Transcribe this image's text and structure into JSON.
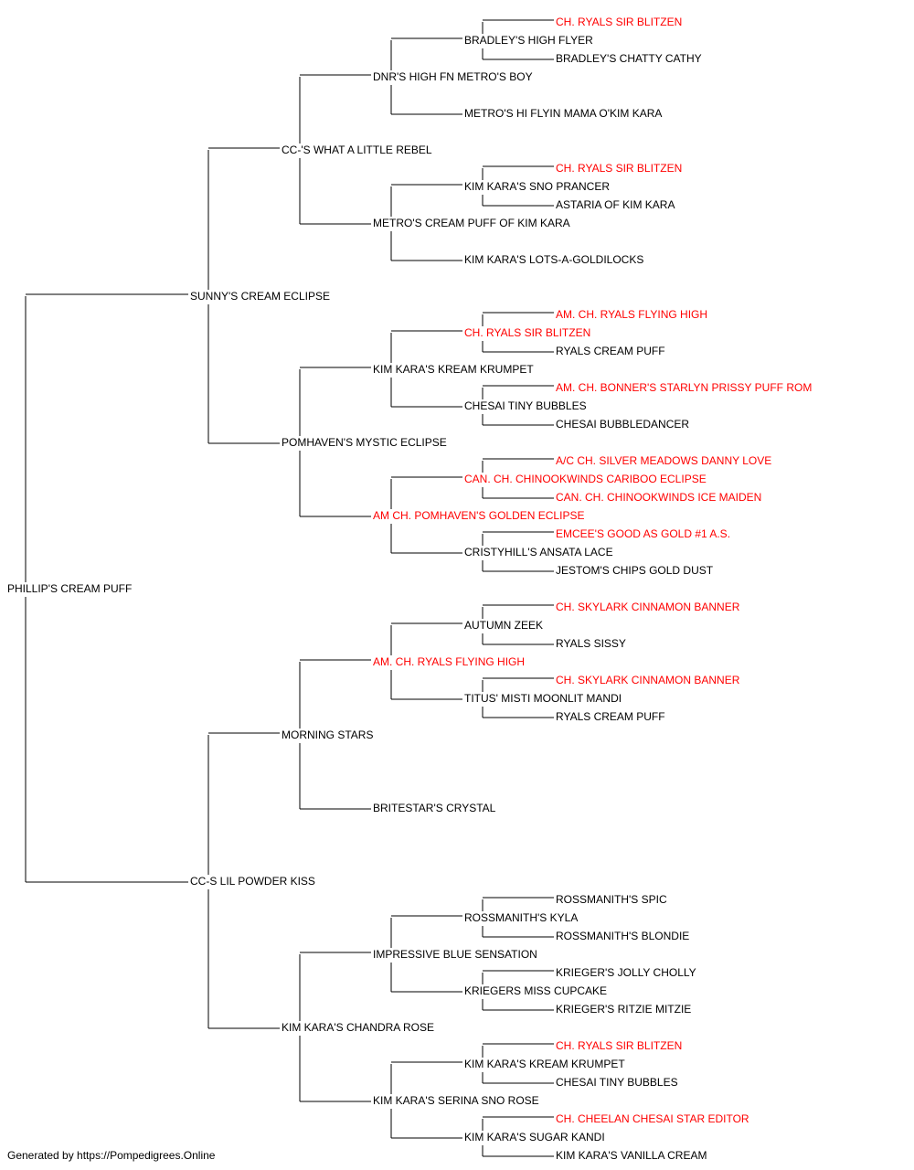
{
  "colors": {
    "champion": "#ff0000",
    "normal": "#000000",
    "line": "#000000"
  },
  "footer": "Generated by https://Pompedigrees.Online",
  "tree": {
    "name": "PHILLIP'S CREAM PUFF",
    "parents": [
      {
        "name": "SUNNY'S CREAM ECLIPSE",
        "parents": [
          {
            "name": "CC-'S WHAT A LITTLE REBEL",
            "parents": [
              {
                "name": "DNR'S HIGH FN METRO'S BOY",
                "parents": [
                  {
                    "name": "BRADLEY'S HIGH FLYER",
                    "parents": [
                      {
                        "name": "CH. RYALS SIR BLITZEN",
                        "champion": true
                      },
                      {
                        "name": "BRADLEY'S CHATTY CATHY"
                      }
                    ]
                  },
                  {
                    "name": "METRO'S HI FLYIN MAMA O'KIM KARA"
                  }
                ]
              },
              {
                "name": "METRO'S CREAM PUFF OF KIM KARA",
                "parents": [
                  {
                    "name": "KIM KARA'S SNO PRANCER",
                    "parents": [
                      {
                        "name": "CH. RYALS SIR BLITZEN",
                        "champion": true
                      },
                      {
                        "name": "ASTARIA OF KIM KARA"
                      }
                    ]
                  },
                  {
                    "name": "KIM KARA'S LOTS-A-GOLDILOCKS"
                  }
                ]
              }
            ]
          },
          {
            "name": "POMHAVEN'S MYSTIC ECLIPSE",
            "parents": [
              {
                "name": "KIM KARA'S KREAM KRUMPET",
                "parents": [
                  {
                    "name": "CH. RYALS SIR BLITZEN",
                    "champion": true,
                    "parents": [
                      {
                        "name": "AM. CH. RYALS FLYING HIGH",
                        "champion": true
                      },
                      {
                        "name": "RYALS CREAM PUFF"
                      }
                    ]
                  },
                  {
                    "name": "CHESAI TINY BUBBLES",
                    "parents": [
                      {
                        "name": "AM. CH. BONNER'S STARLYN PRISSY PUFF ROM",
                        "champion": true
                      },
                      {
                        "name": "CHESAI BUBBLEDANCER"
                      }
                    ]
                  }
                ]
              },
              {
                "name": "AM CH. POMHAVEN'S GOLDEN ECLIPSE",
                "champion": true,
                "parents": [
                  {
                    "name": "CAN. CH. CHINOOKWINDS CARIBOO ECLIPSE",
                    "champion": true,
                    "parents": [
                      {
                        "name": "A/C CH. SILVER MEADOWS DANNY LOVE",
                        "champion": true
                      },
                      {
                        "name": "CAN. CH. CHINOOKWINDS ICE MAIDEN",
                        "champion": true
                      }
                    ]
                  },
                  {
                    "name": "CRISTYHILL'S ANSATA LACE",
                    "parents": [
                      {
                        "name": "EMCEE'S GOOD AS GOLD #1 A.S.",
                        "champion": true
                      },
                      {
                        "name": "JESTOM'S CHIPS GOLD DUST"
                      }
                    ]
                  }
                ]
              }
            ]
          }
        ]
      },
      {
        "name": "CC-S LIL POWDER KISS",
        "parents": [
          {
            "name": "MORNING STARS",
            "parents": [
              {
                "name": "AM. CH. RYALS FLYING HIGH",
                "champion": true,
                "parents": [
                  {
                    "name": "AUTUMN ZEEK",
                    "parents": [
                      {
                        "name": "CH. SKYLARK CINNAMON BANNER",
                        "champion": true
                      },
                      {
                        "name": "RYALS SISSY"
                      }
                    ]
                  },
                  {
                    "name": "TITUS' MISTI MOONLIT MANDI",
                    "parents": [
                      {
                        "name": "CH. SKYLARK CINNAMON BANNER",
                        "champion": true
                      },
                      {
                        "name": "RYALS CREAM PUFF"
                      }
                    ]
                  }
                ]
              },
              {
                "name": "BRITESTAR'S CRYSTAL"
              }
            ]
          },
          {
            "name": "KIM KARA'S CHANDRA ROSE",
            "parents": [
              {
                "name": "IMPRESSIVE BLUE SENSATION",
                "parents": [
                  {
                    "name": "ROSSMANITH'S KYLA",
                    "parents": [
                      {
                        "name": "ROSSMANITH'S SPIC"
                      },
                      {
                        "name": "ROSSMANITH'S BLONDIE"
                      }
                    ]
                  },
                  {
                    "name": "KRIEGERS MISS CUPCAKE",
                    "parents": [
                      {
                        "name": "KRIEGER'S JOLLY CHOLLY"
                      },
                      {
                        "name": "KRIEGER'S RITZIE MITZIE"
                      }
                    ]
                  }
                ]
              },
              {
                "name": "KIM KARA'S SERINA SNO ROSE",
                "parents": [
                  {
                    "name": "KIM KARA'S KREAM KRUMPET",
                    "parents": [
                      {
                        "name": "CH. RYALS SIR BLITZEN",
                        "champion": true
                      },
                      {
                        "name": "CHESAI TINY BUBBLES"
                      }
                    ]
                  },
                  {
                    "name": "KIM KARA'S SUGAR KANDI",
                    "parents": [
                      {
                        "name": "CH. CHEELAN CHESAI STAR EDITOR",
                        "champion": true
                      },
                      {
                        "name": "KIM KARA'S VANILLA CREAM"
                      }
                    ]
                  }
                ]
              }
            ]
          }
        ]
      }
    ]
  }
}
